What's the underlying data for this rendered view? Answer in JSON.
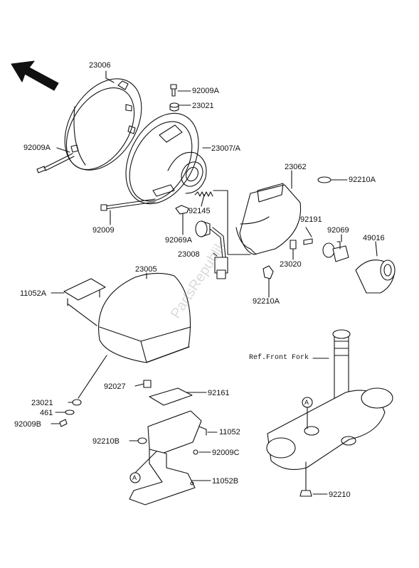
{
  "watermark": "PartsRepublik",
  "reference": "Ref.Front Fork",
  "callout_marker": "A",
  "colors": {
    "line": "#111111",
    "fill": "#ffffff",
    "shade": "#d9d9d9"
  },
  "labels": {
    "l23006": "23006",
    "l92009A_top": "92009A",
    "l23021_top": "23021",
    "l23007A": "23007/A",
    "l92009A_left": "92009A",
    "l23062": "23062",
    "l92210A_top": "92210A",
    "l92145": "92145",
    "l92009": "92009",
    "l92069A": "92069A",
    "l92191": "92191",
    "l92069": "92069",
    "l49016": "49016",
    "l23008": "23008",
    "l23020": "23020",
    "l23005": "23005",
    "l92210A_bot": "92210A",
    "l11052A": "11052A",
    "l92027": "92027",
    "l92161": "92161",
    "l23021_bot": "23021",
    "l461": "461",
    "l92009B": "92009B",
    "l11052": "11052",
    "l92210B": "92210B",
    "l92009C": "92009C",
    "l11052B": "11052B",
    "l92210": "92210"
  }
}
